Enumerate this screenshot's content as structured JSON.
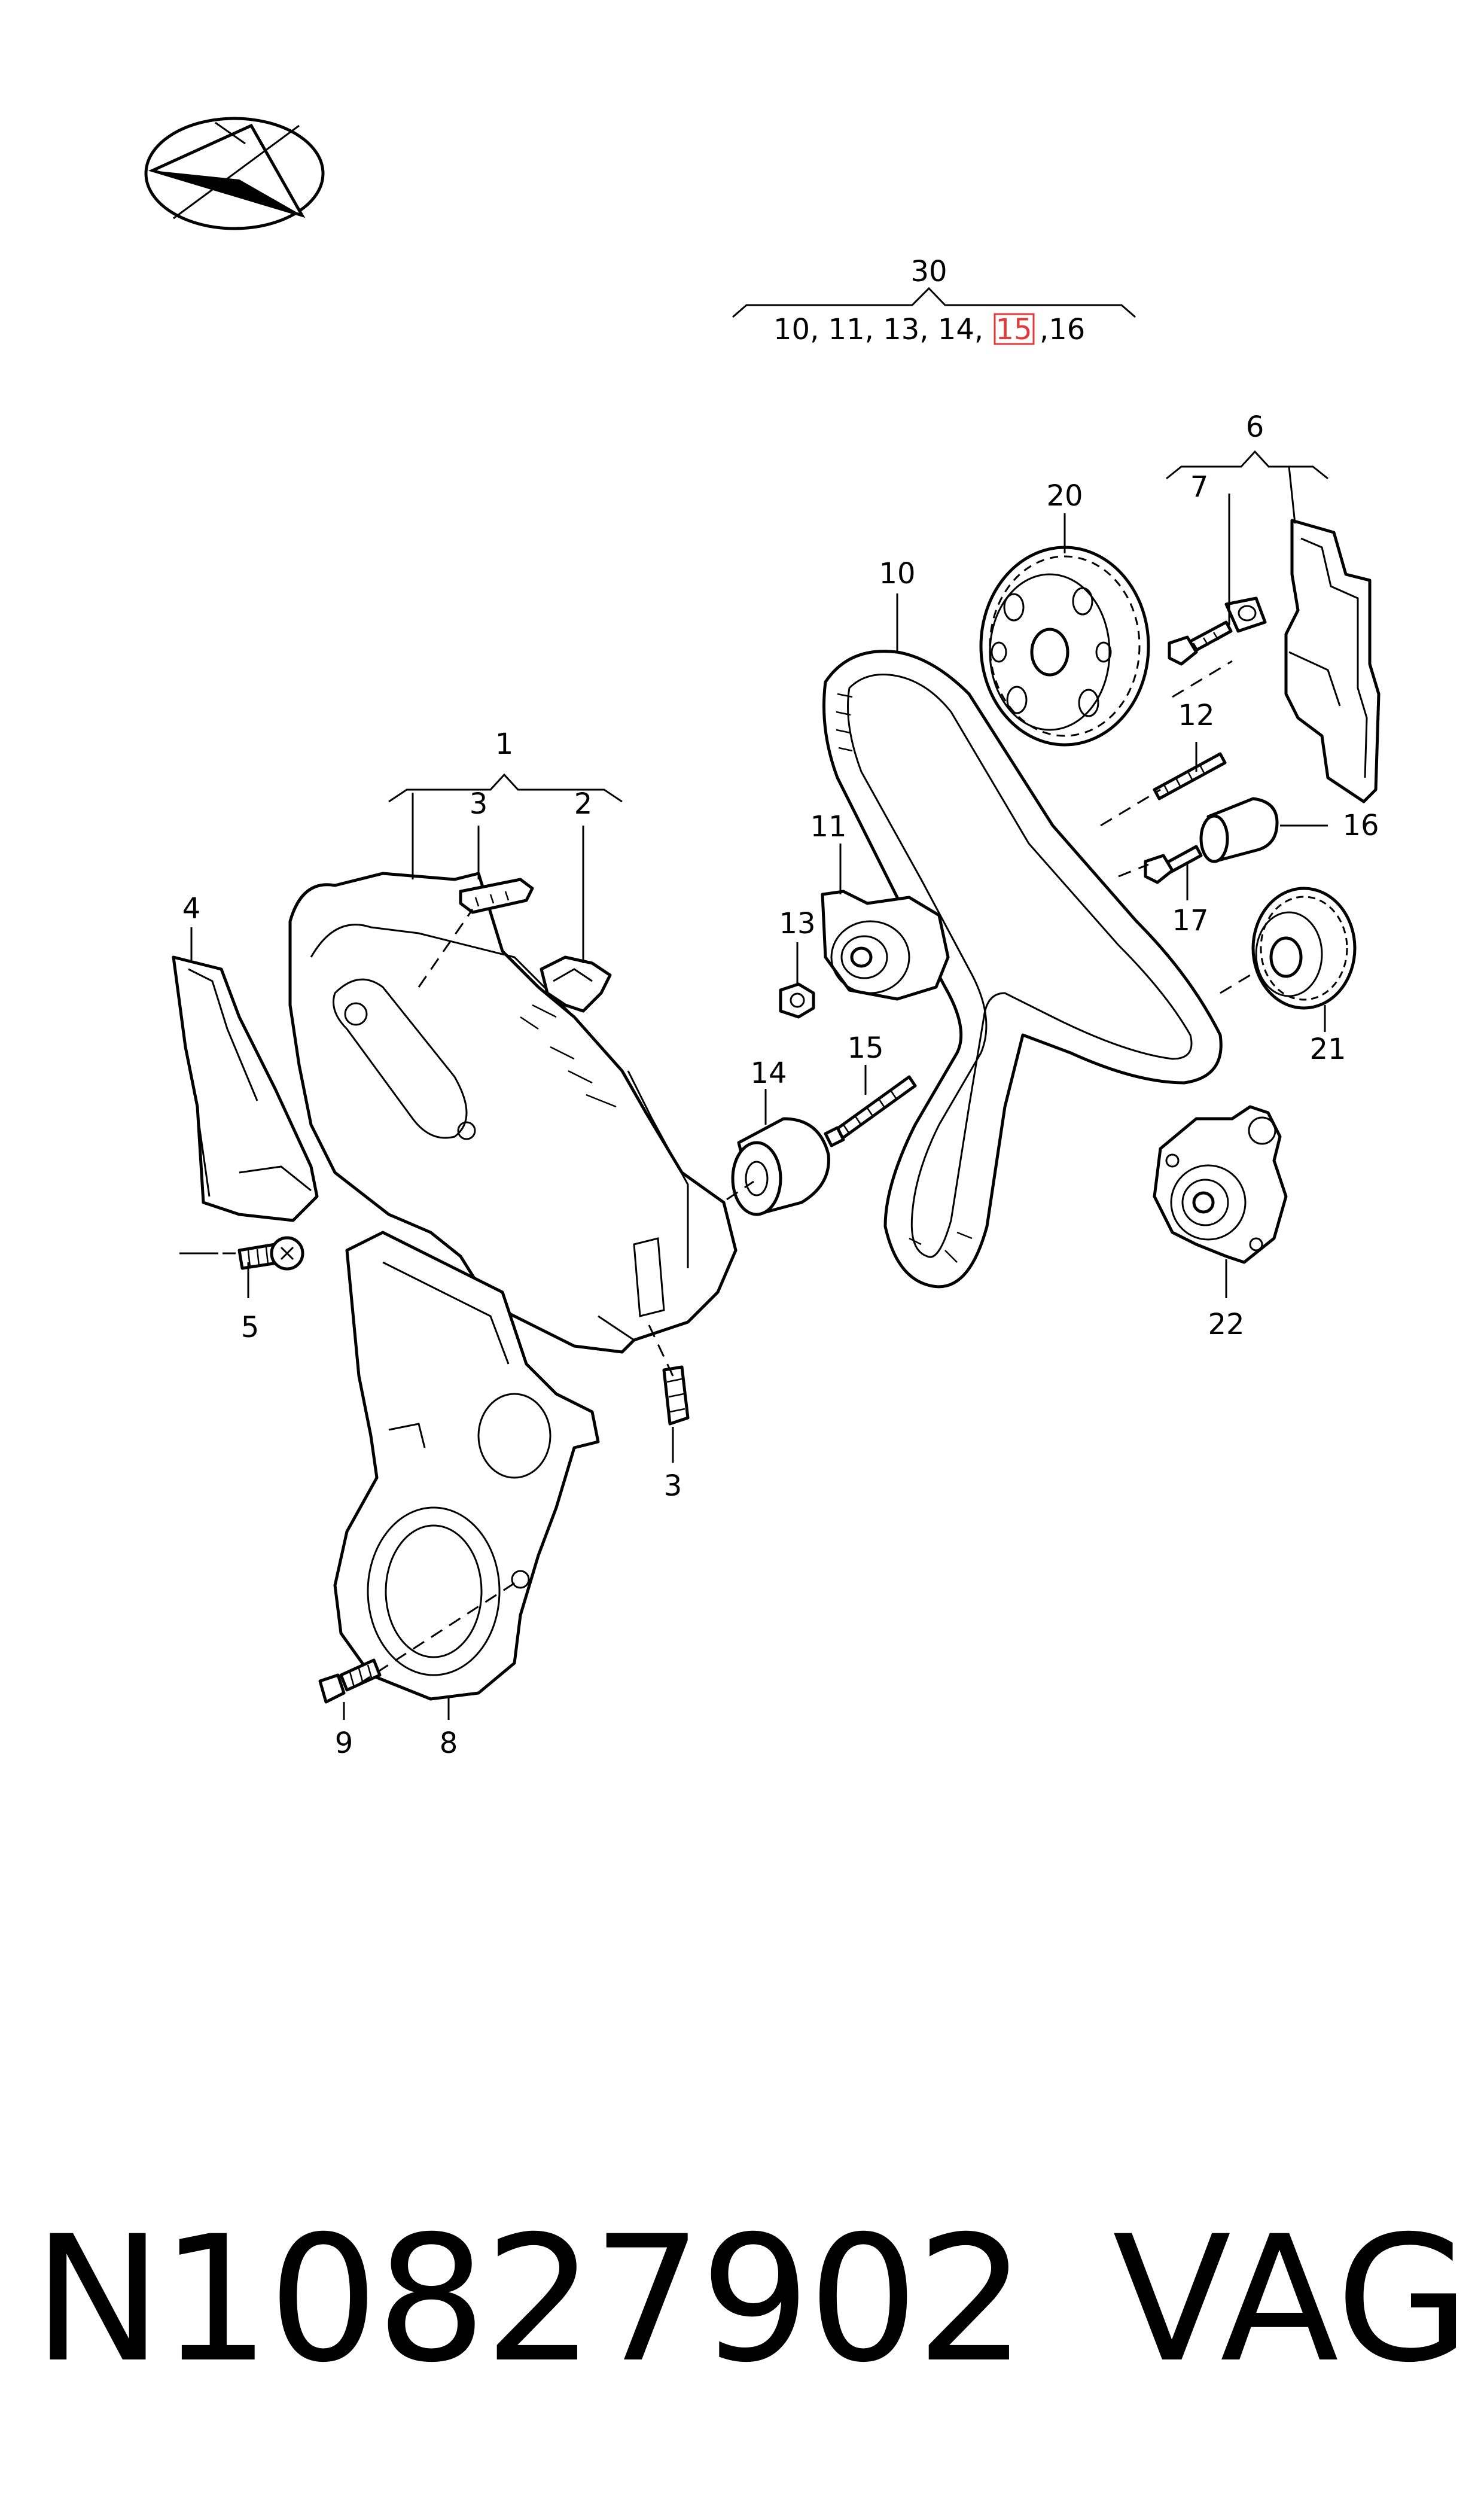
{
  "header": {
    "group_number": "30",
    "group_items_prefix": "10, 11, 13, 14,",
    "group_items_highlight": "15",
    "group_items_suffix": ",16",
    "highlight_color": "#e03a3a"
  },
  "callouts": {
    "c1": "1",
    "c2": "2",
    "c3a": "3",
    "c3b": "3",
    "c4": "4",
    "c5": "5",
    "c6": "6",
    "c7": "7",
    "c8": "8",
    "c9": "9",
    "c10": "10",
    "c11": "11",
    "c12": "12",
    "c13": "13",
    "c14": "14",
    "c15": "15",
    "c16": "16",
    "c17": "17",
    "c20": "20",
    "c21": "21",
    "c22": "22"
  },
  "footer": {
    "part_number": "N10827902",
    "brand": "VAG"
  },
  "logo": {
    "icon": "compass-logo-icon"
  }
}
